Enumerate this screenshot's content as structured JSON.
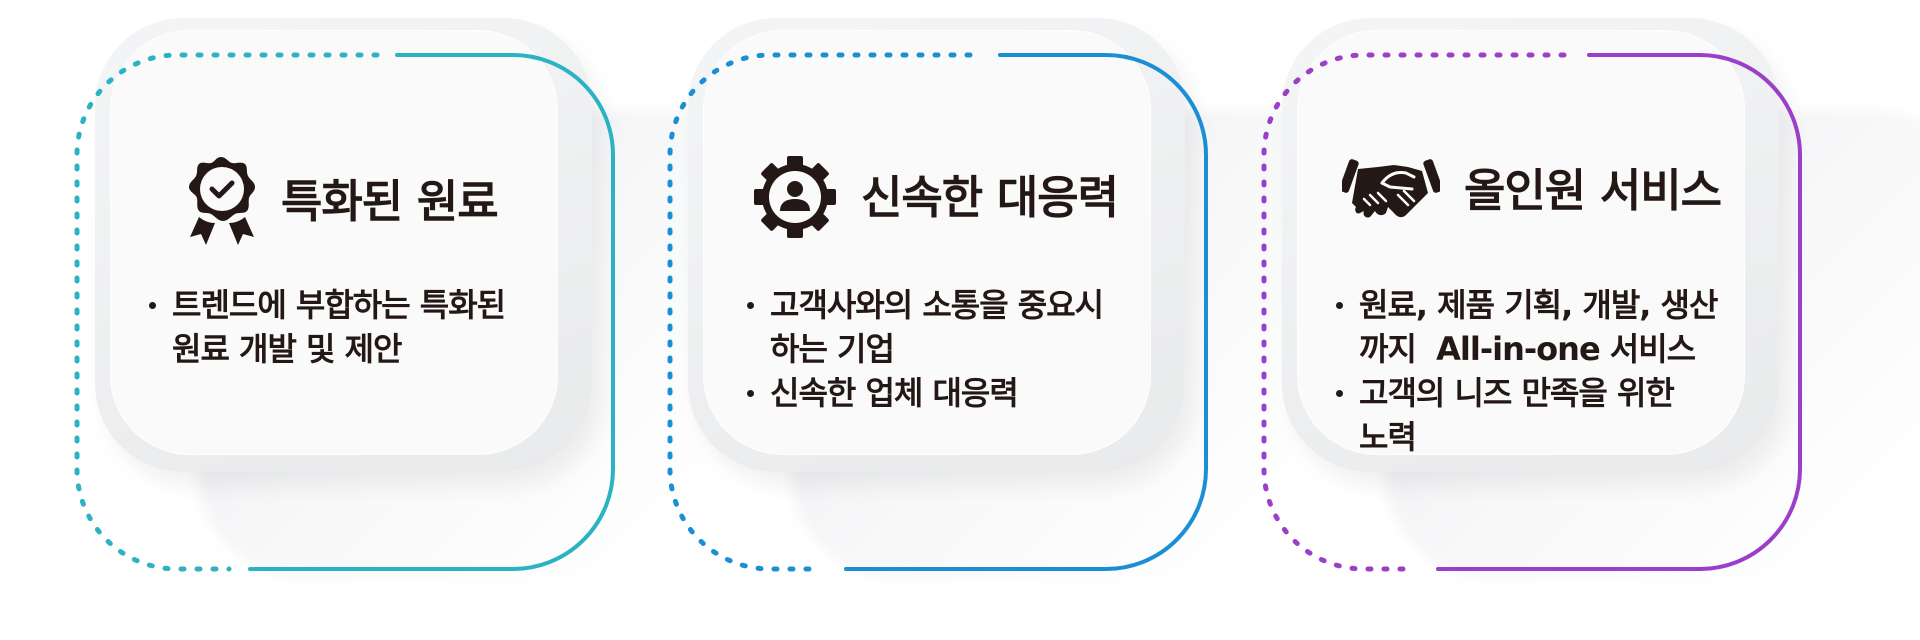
{
  "panels": [
    {
      "id": "specialized-materials",
      "accent_color": "#2bb3c4",
      "icon": "award-badge-icon",
      "title": "특화된 원료",
      "bullets": [
        "트렌드에 부합하는 특화된\n원료 개발 및 제안"
      ]
    },
    {
      "id": "rapid-response",
      "accent_color": "#1a8fd4",
      "icon": "gear-user-icon",
      "title": "신속한 대응력",
      "bullets": [
        "고객사와의 소통을 중요시\n하는 기업",
        "신속한 업체 대응력"
      ]
    },
    {
      "id": "all-in-one-service",
      "accent_color": "#9b3fc9",
      "icon": "handshake-icon",
      "title": "올인원 서비스",
      "bullets": [
        "원료, 제품 기획, 개발, 생산\n까지  All-in-one 서비스",
        "고객의 니즈 만족을 위한\n노력"
      ]
    }
  ]
}
